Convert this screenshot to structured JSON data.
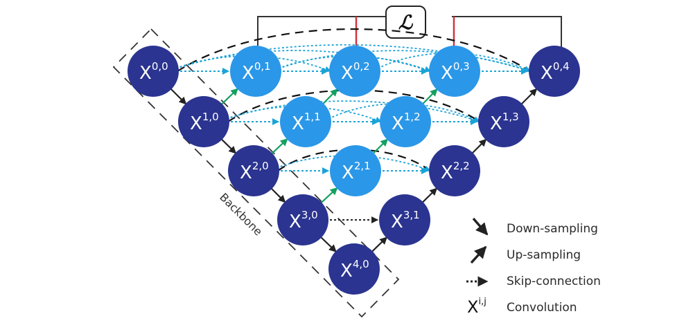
{
  "title": "UNet++ nested architecture",
  "colors": {
    "encoder_node": "#2b3490",
    "nested_node": "#2b97e8",
    "down_arrow": "#222222",
    "up_arrow_nested": "#14a060",
    "up_arrow_decoder": "#222222",
    "skip_dotted": "#1aa3d6",
    "dense_dashed": "#111111",
    "loss_line": "#333333",
    "deep_supervision": "#d0333f",
    "backbone_box": "#333333"
  },
  "loss": {
    "symbol": "ℒ"
  },
  "backbone": {
    "label": "Backbone"
  },
  "nodes": [
    {
      "id": "x00",
      "base": "X",
      "sup": "0,0",
      "kind": "encoder"
    },
    {
      "id": "x10",
      "base": "X",
      "sup": "1,0",
      "kind": "encoder"
    },
    {
      "id": "x20",
      "base": "X",
      "sup": "2,0",
      "kind": "encoder"
    },
    {
      "id": "x30",
      "base": "X",
      "sup": "3,0",
      "kind": "encoder"
    },
    {
      "id": "x40",
      "base": "X",
      "sup": "4,0",
      "kind": "encoder"
    },
    {
      "id": "x01",
      "base": "X",
      "sup": "0,1",
      "kind": "nested"
    },
    {
      "id": "x02",
      "base": "X",
      "sup": "0,2",
      "kind": "nested"
    },
    {
      "id": "x03",
      "base": "X",
      "sup": "0,3",
      "kind": "nested"
    },
    {
      "id": "x11",
      "base": "X",
      "sup": "1,1",
      "kind": "nested"
    },
    {
      "id": "x12",
      "base": "X",
      "sup": "1,2",
      "kind": "nested"
    },
    {
      "id": "x21",
      "base": "X",
      "sup": "2,1",
      "kind": "nested"
    },
    {
      "id": "x04",
      "base": "X",
      "sup": "0,4",
      "kind": "decoder"
    },
    {
      "id": "x13",
      "base": "X",
      "sup": "1,3",
      "kind": "decoder"
    },
    {
      "id": "x22",
      "base": "X",
      "sup": "2,2",
      "kind": "decoder"
    },
    {
      "id": "x31",
      "base": "X",
      "sup": "3,1",
      "kind": "decoder"
    }
  ],
  "edges": {
    "down": [
      [
        "x00",
        "x10"
      ],
      [
        "x10",
        "x20"
      ],
      [
        "x20",
        "x30"
      ],
      [
        "x30",
        "x40"
      ]
    ],
    "up_nested": [
      [
        "x10",
        "x01"
      ],
      [
        "x20",
        "x11"
      ],
      [
        "x11",
        "x02"
      ],
      [
        "x30",
        "x21"
      ],
      [
        "x21",
        "x12"
      ],
      [
        "x12",
        "x03"
      ]
    ],
    "up_decoder": [
      [
        "x40",
        "x31"
      ],
      [
        "x31",
        "x22"
      ],
      [
        "x22",
        "x13"
      ],
      [
        "x13",
        "x04"
      ]
    ],
    "skip": [
      [
        "x00",
        "x01"
      ],
      [
        "x01",
        "x02"
      ],
      [
        "x02",
        "x03"
      ],
      [
        "x03",
        "x04"
      ],
      [
        "x10",
        "x11"
      ],
      [
        "x11",
        "x12"
      ],
      [
        "x12",
        "x13"
      ],
      [
        "x20",
        "x21"
      ],
      [
        "x21",
        "x22"
      ],
      [
        "x30",
        "x31"
      ]
    ],
    "skip_long": [
      [
        "x00",
        "x02"
      ],
      [
        "x00",
        "x03"
      ],
      [
        "x00",
        "x04"
      ],
      [
        "x01",
        "x03"
      ],
      [
        "x01",
        "x04"
      ],
      [
        "x02",
        "x04"
      ],
      [
        "x10",
        "x12"
      ],
      [
        "x10",
        "x13"
      ],
      [
        "x11",
        "x13"
      ],
      [
        "x20",
        "x22"
      ]
    ],
    "dense_dashed": [
      [
        "x00",
        "x04"
      ],
      [
        "x10",
        "x13"
      ],
      [
        "x20",
        "x22"
      ]
    ]
  },
  "deep_supervision_from": [
    "x01",
    "x02",
    "x03",
    "x04"
  ],
  "legend": [
    {
      "icon": "down-arrow-icon",
      "label": "Down-sampling"
    },
    {
      "icon": "up-arrow-icon",
      "label": "Up-sampling"
    },
    {
      "icon": "dotted-arrow-icon",
      "label": "Skip-connection"
    },
    {
      "icon": "convolution-symbol",
      "label": "Convolution",
      "symbol_base": "X",
      "symbol_sup": "i,j"
    }
  ]
}
